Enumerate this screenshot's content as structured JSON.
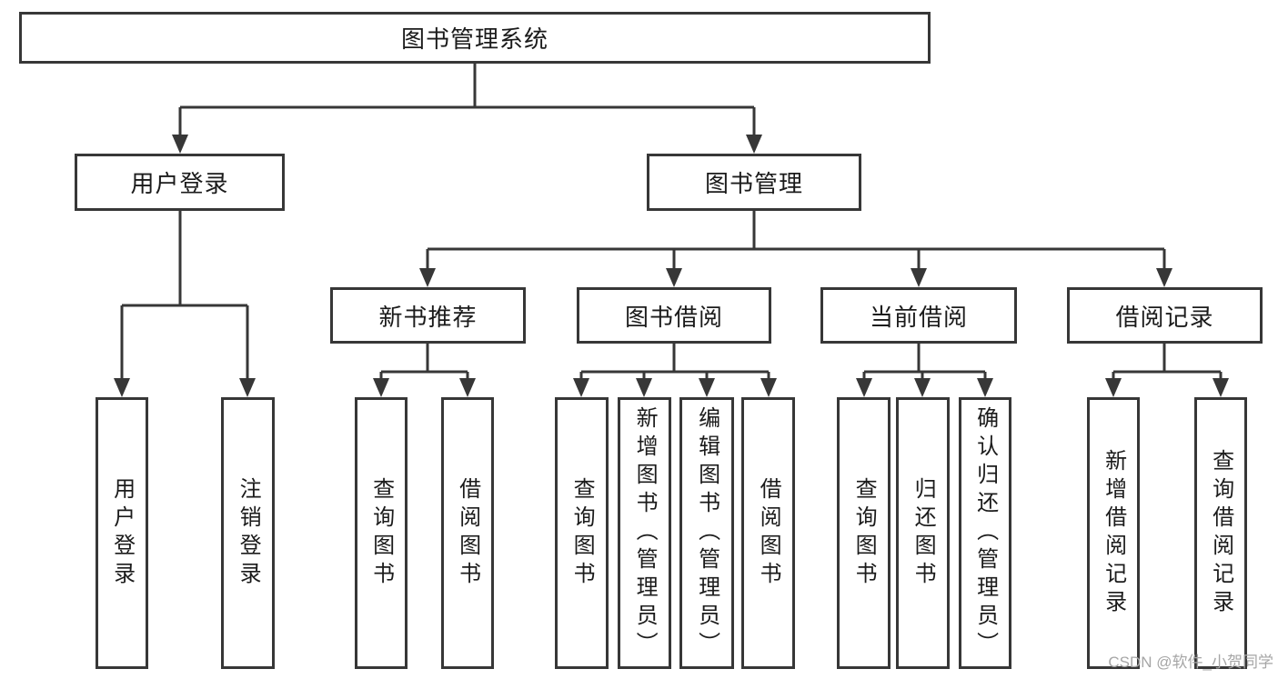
{
  "tree": {
    "label": "图书管理系统",
    "children": [
      {
        "label": "用户登录",
        "children": [
          {
            "label": "用户登录"
          },
          {
            "label": "注销登录"
          }
        ]
      },
      {
        "label": "图书管理",
        "children": [
          {
            "label": "新书推荐",
            "children": [
              {
                "label": "查询图书"
              },
              {
                "label": "借阅图书"
              }
            ]
          },
          {
            "label": "图书借阅",
            "children": [
              {
                "label": "查询图书"
              },
              {
                "label": "新增图书（管理员）"
              },
              {
                "label": "编辑图书（管理员）"
              },
              {
                "label": "借阅图书"
              }
            ]
          },
          {
            "label": "当前借阅",
            "children": [
              {
                "label": "查询图书"
              },
              {
                "label": "归还图书"
              },
              {
                "label": "确认归还（管理员）"
              }
            ]
          },
          {
            "label": "借阅记录",
            "children": [
              {
                "label": "新增借阅记录"
              },
              {
                "label": "查询借阅记录"
              }
            ]
          }
        ]
      }
    ]
  },
  "watermark": {
    "text": "CSDN @软件_小贺同学"
  },
  "colors": {
    "line": "#373737",
    "text": "#1b1b1b",
    "watermark": "#a6a6a6",
    "background": "#ffffff"
  }
}
